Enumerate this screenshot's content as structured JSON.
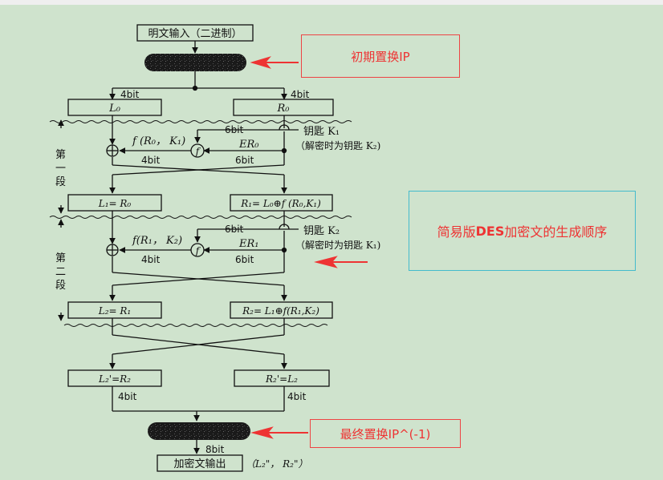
{
  "diagram": {
    "input_label": "明文输入（二进制）",
    "output_label": "加密文输出",
    "output_suffix": "（L₂\"， R₂\"）",
    "stage1_label_chars": [
      "第",
      "一",
      "段"
    ],
    "stage2_label_chars": [
      "第",
      "二",
      "段"
    ],
    "bits": {
      "left_4": "4bit",
      "right_4": "4bit",
      "six_a": "6bit",
      "six_b": "6bit",
      "four_a": "4bit",
      "six_c": "6bit",
      "six_d": "6bit",
      "four_b": "4bit",
      "final_left": "4bit",
      "final_right": "4bit",
      "out_8": "8bit"
    },
    "boxes": {
      "L0": "L₀",
      "R0": "R₀",
      "L1": "L₁= R₀",
      "R1": "R₁= L₀⊕f (R₀,K₁)",
      "L2": "L₂= R₁",
      "R2": "R₂= L₁⊕f(R₁,K₂)",
      "L2p": "L₂'=R₂",
      "R2p": "R₂'=L₂"
    },
    "stage1": {
      "f_text": "f (R₀， K₁)",
      "er_text": "ER₀",
      "key_text": "钥匙 K₁",
      "key_note": "（解密时为钥匙 K₂)"
    },
    "stage2": {
      "f_text": "f(R₁， K₂)",
      "er_text": "ER₁",
      "key_text": "钥匙 K₂",
      "key_note": "（解密时为钥匙 K₁)"
    },
    "xor_symbol": "⊕",
    "f_symbol": "f"
  },
  "callouts": {
    "ip": "初期置换IP",
    "title_pre": "简易版",
    "title_bold": "DES",
    "title_post": "加密文的生成顺序",
    "ip_inv": "最终置换IP^(-1)"
  },
  "colors": {
    "background": "#cfe3cd",
    "accent_red": "#ee3333",
    "cyan_border": "#44bbcc",
    "line": "#111111"
  }
}
